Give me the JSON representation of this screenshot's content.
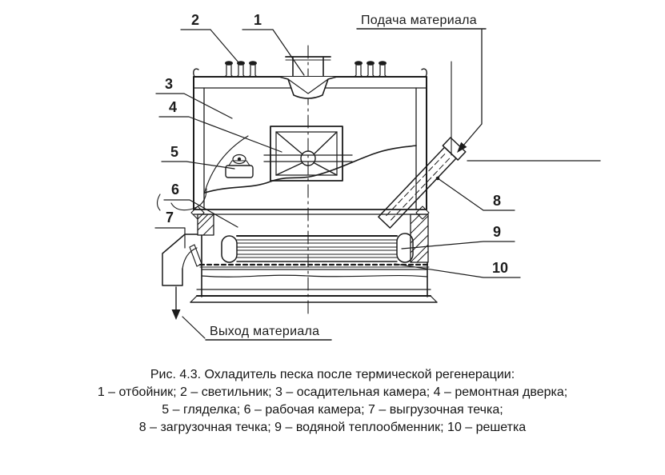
{
  "figure": {
    "labels": {
      "feed": "Подача материала",
      "output": "Выход материала"
    },
    "callouts": {
      "c1": "1",
      "c2": "2",
      "c3": "3",
      "c4": "4",
      "c5": "5",
      "c6": "6",
      "c7": "7",
      "c8": "8",
      "c9": "9",
      "c10": "10"
    },
    "caption": {
      "title": "Рис. 4.3. Охладитель песка после термической регенерации:",
      "legend": [
        "1 – отбойник; 2 – светильник; 3 – осадительная камера; 4 – ремонтная дверка;",
        "5 – гляделка; 6 – рабочая камера; 7 – выгрузочная течка;",
        "8 – загрузочная течка; 9 – водяной теплообменник; 10 – решетка"
      ]
    },
    "parts": [
      {
        "number": "1",
        "name": "отбойник"
      },
      {
        "number": "2",
        "name": "светильник"
      },
      {
        "number": "3",
        "name": "осадительная камера"
      },
      {
        "number": "4",
        "name": "ремонтная дверка"
      },
      {
        "number": "5",
        "name": "гляделка"
      },
      {
        "number": "6",
        "name": "рабочая камера"
      },
      {
        "number": "7",
        "name": "выгрузочная течка"
      },
      {
        "number": "8",
        "name": "загрузочная течка"
      },
      {
        "number": "9",
        "name": "водяной теплообменник"
      },
      {
        "number": "10",
        "name": "решетка"
      }
    ],
    "colors": {
      "ink": "#1c1c1c",
      "background": "#ffffff"
    }
  }
}
